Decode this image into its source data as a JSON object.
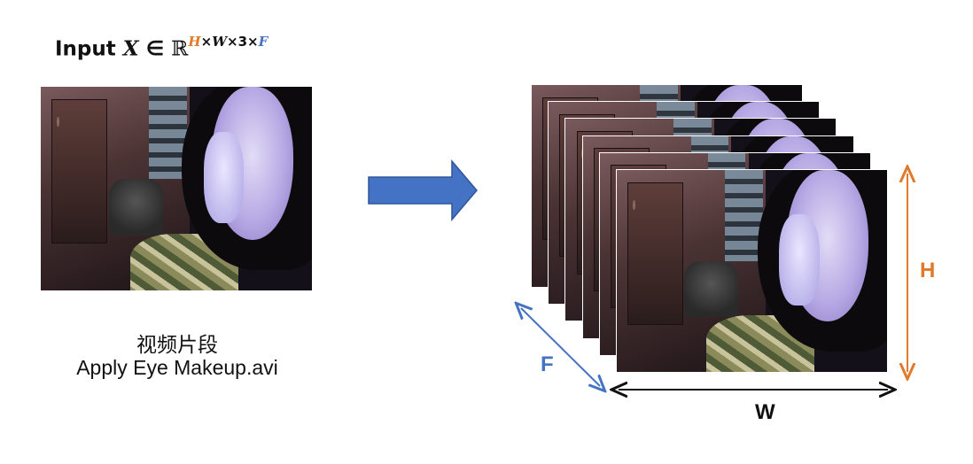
{
  "title": {
    "input": "Input",
    "var": "X",
    "in_sym": "∈",
    "set": "ℝ",
    "dims": [
      {
        "text": "H",
        "color": "#e07a2a"
      },
      {
        "text": "×",
        "color": "#111111"
      },
      {
        "text": "W",
        "color": "#111111"
      },
      {
        "text": "×3×",
        "color": "#111111"
      },
      {
        "text": "F",
        "color": "#4472c4"
      }
    ]
  },
  "caption": {
    "chinese": "视频片段",
    "filename": "Apply Eye Makeup.avi"
  },
  "labels": {
    "h": "H",
    "w": "W",
    "f": "F"
  },
  "colors": {
    "arrow": "#4472c4",
    "h": "#e07a2a",
    "f": "#4472c4",
    "w": "#111111"
  },
  "frame_count": 6
}
